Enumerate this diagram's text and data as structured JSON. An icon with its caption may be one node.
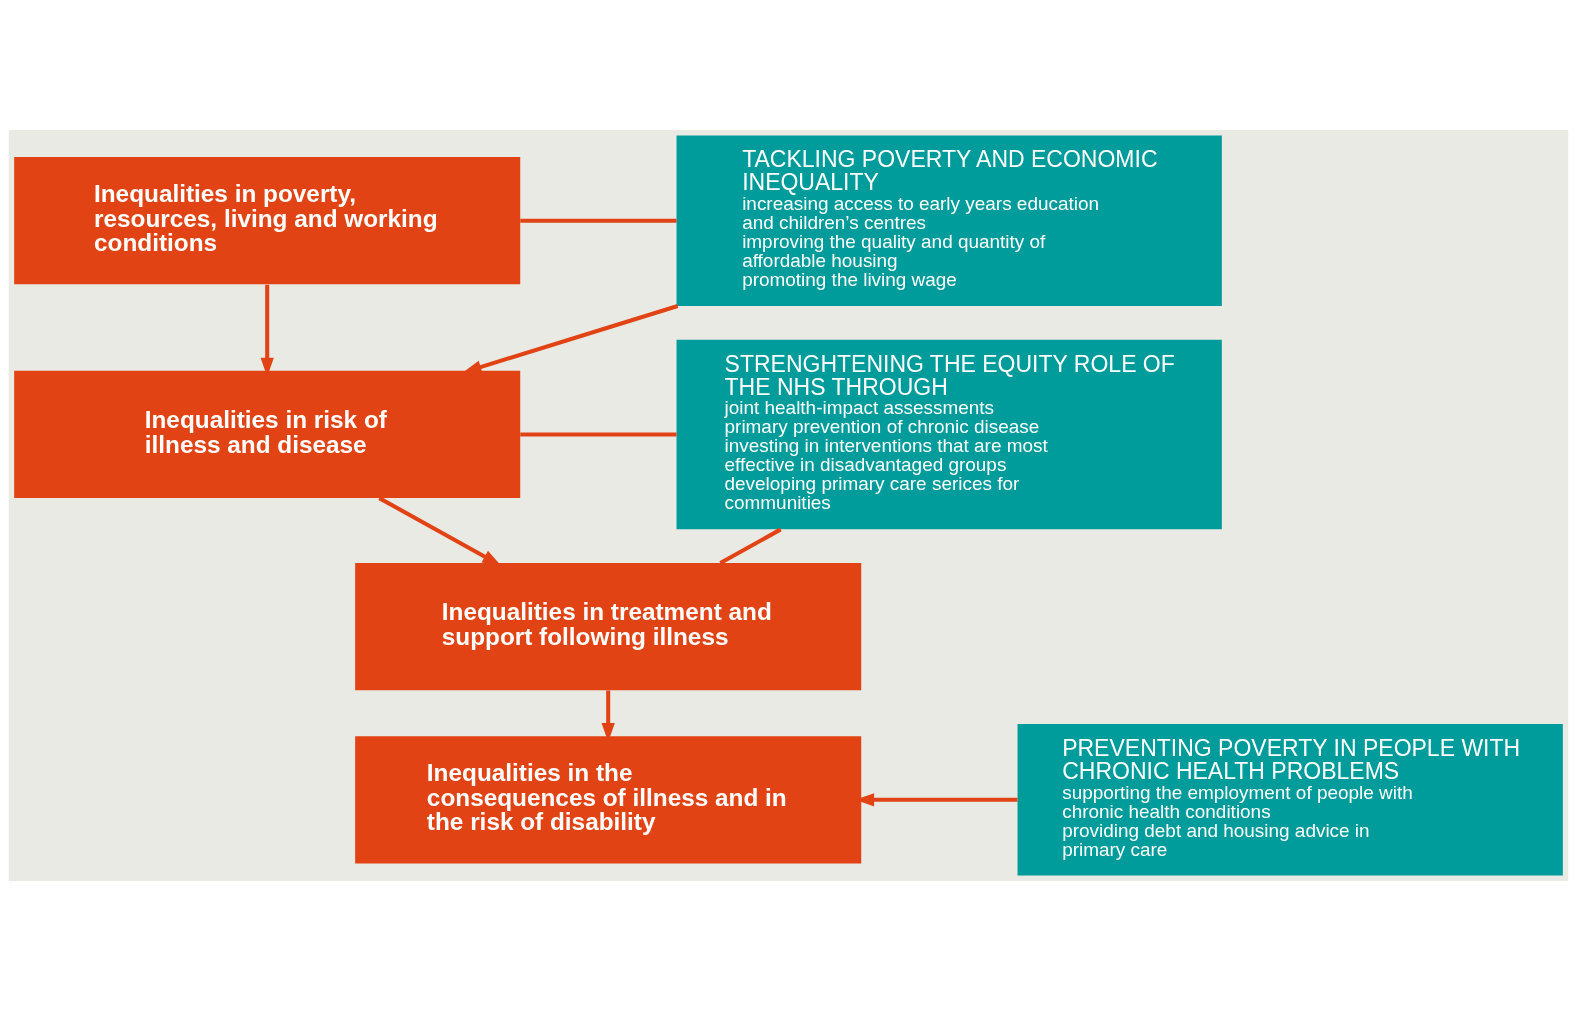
{
  "diagram": {
    "nodes": [
      {
        "text": [
          "Inequalities in poverty, resources, living and working conditions"
        ]
      },
      {
        "text": [
          "Inequalities in risk of illness and disease"
        ]
      },
      {
        "text": [
          "Inequalities in treatment and support following illness"
        ]
      },
      {
        "text": [
          "Inequalities in the consequences of illness and in the risk of disability"
        ]
      },
      {
        "text": [
          "TACKLING POVERTY AND ECONOMIC INEQUALITY",
          "increasing access to early years education and children’s centres",
          "improving the quality and quantity of affordable housing",
          "promoting the living wage"
        ]
      },
      {
        "text": [
          "STRENGHTENING THE EQUITY ROLE OF THE NHS THROUGH",
          "joint health-impact assessments",
          "primary prevention of chronic disease",
          "investing in interventions that are most effective in disadvantaged groups",
          "developing primary care serices for communities"
        ]
      },
      {
        "text": [
          "PREVENTING POVERTY IN PEOPLE WITH CHRONIC HEALTH PROBLEMS",
          "supporting the employment of people with chronic health conditions",
          "providing debt and housing advice in primary care"
        ]
      }
    ],
    "edges": [
      {
        "from": 0,
        "to": 1,
        "arrow": "to"
      },
      {
        "from": 1,
        "to": 2,
        "arrow": "to"
      },
      {
        "from": 2,
        "to": 3,
        "arrow": "to"
      },
      {
        "from": 0,
        "to": 4,
        "arrow": "none"
      },
      {
        "from": 1,
        "to": 5,
        "arrow": "none"
      },
      {
        "from": 2,
        "to": 5,
        "arrow": "none"
      },
      {
        "from": 4,
        "to": 1,
        "arrow": "to"
      },
      {
        "from": 6,
        "to": 3,
        "arrow": "to"
      }
    ]
  }
}
